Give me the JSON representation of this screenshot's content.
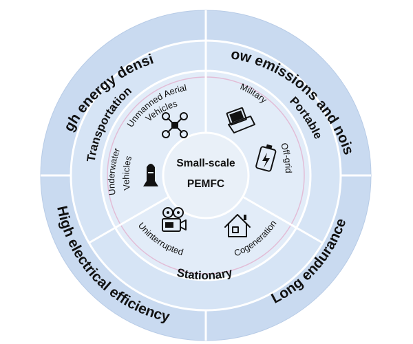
{
  "center": {
    "line1": "Small-scale",
    "line2": "PEMFC"
  },
  "advantages": {
    "top_left": "High energy density",
    "top_right": "Low emissions and noise",
    "bottom_left": "High electrical efficiency",
    "bottom_right": "Long endurance"
  },
  "categories": {
    "transportation": "Transportation",
    "portable": "Portable",
    "stationary": "Stationary"
  },
  "applications": {
    "uav_line1": "Unmanned Aerial",
    "uav_line2": "Vehicles",
    "underwater_line1": "Underwater",
    "underwater_line2": "Vehicles",
    "military": "Military",
    "offgrid": "Off-grid",
    "uninterrupted": "Uninterrupted",
    "cogeneration": "Cogeneration"
  },
  "icons": [
    "drone-icon",
    "torpedo-icon",
    "laptop-icon",
    "battery-charge-icon",
    "projector-icon",
    "house-icon"
  ],
  "colors": {
    "outer_ring": "#c9daf0",
    "middle_ring": "#d6e4f5",
    "inner_ring": "#e2ecf8",
    "center": "#e9f0f8",
    "inner_divider": "#e2bcd6"
  }
}
